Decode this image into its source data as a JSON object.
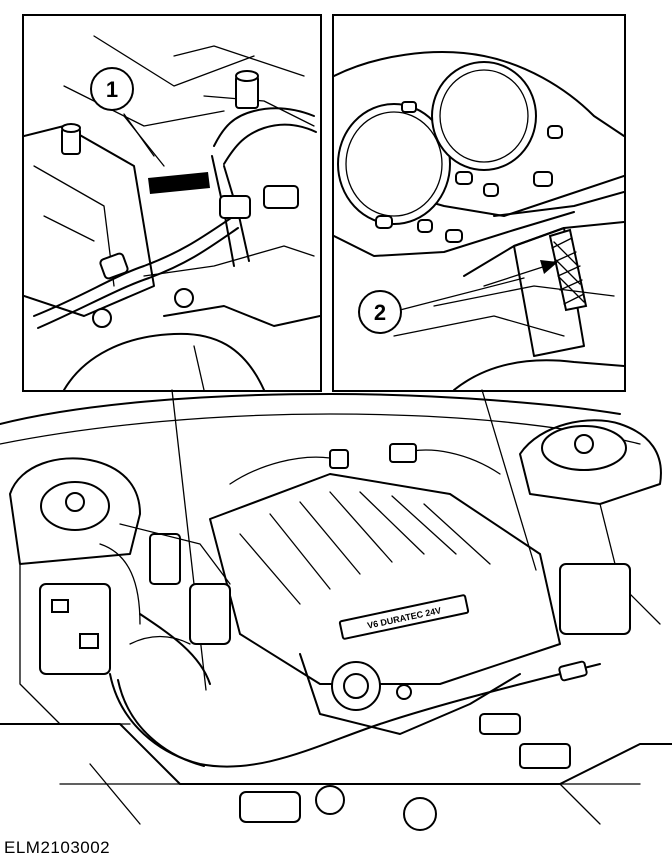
{
  "figure": {
    "code": "ELM2103002",
    "emblem_text": "V6 DURATEC 24V",
    "callouts": [
      {
        "number": "1"
      },
      {
        "number": "2"
      }
    ]
  }
}
